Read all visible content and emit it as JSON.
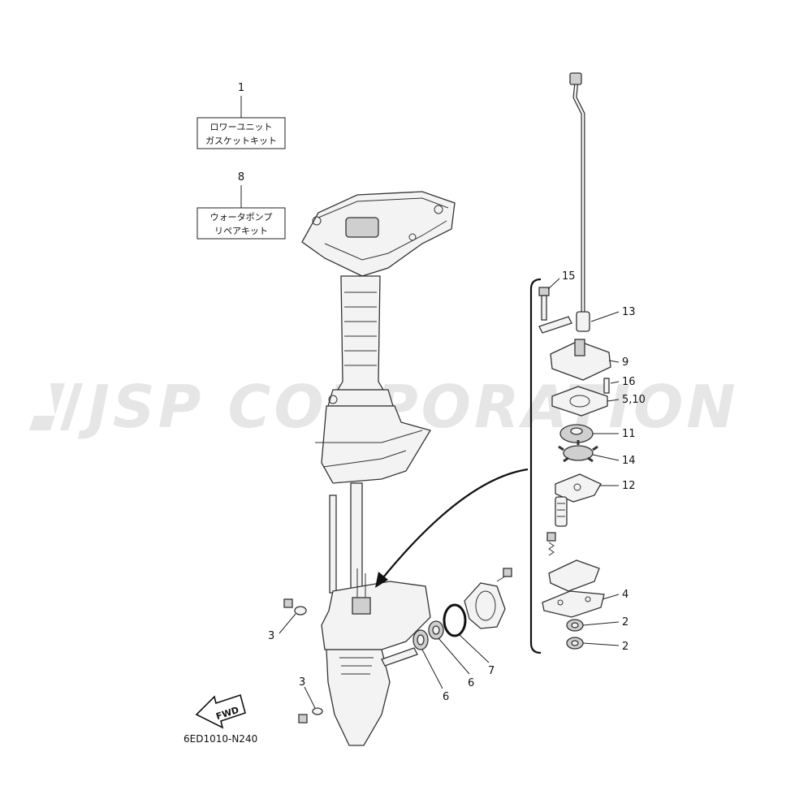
{
  "watermark": {
    "text": "JSP CORPORATION"
  },
  "kits": [
    {
      "callout": "1",
      "line1": "ロワーユニット",
      "line2": "ガスケットキット"
    },
    {
      "callout": "8",
      "line1": "ウォータポンプ",
      "line2": "リペアキット"
    }
  ],
  "callouts": {
    "c15": "15",
    "c13": "13",
    "c9": "9",
    "c16": "16",
    "c5_10": "5,10",
    "c11": "11",
    "c14": "14",
    "c12": "12",
    "c4": "4",
    "c2a": "2",
    "c2b": "2",
    "c3a": "3",
    "c3b": "3",
    "c6a": "6",
    "c6b": "6",
    "c7": "7"
  },
  "fwd_label": "FWD",
  "diagram_code": "6ED1010-N240"
}
